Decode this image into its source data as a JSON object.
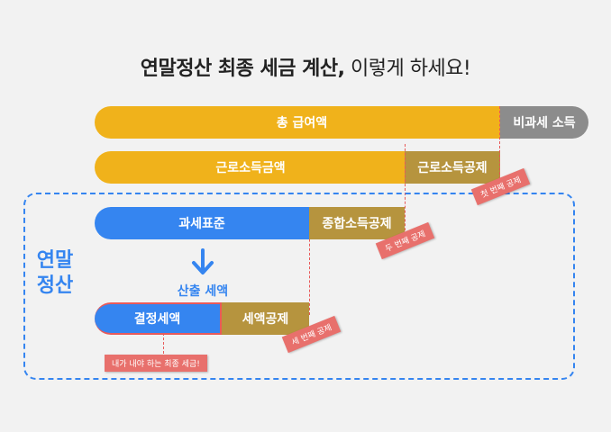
{
  "title": {
    "bold": "연말정산 최종 세금 계산,",
    "normal": " 이렇게 하세요!"
  },
  "bars": {
    "gross_salary": "총 급여액",
    "non_taxable_income": "비과세 소득",
    "earned_income_amount": "근로소득금액",
    "earned_income_deduction": "근로소득공제",
    "tax_base": "과세표준",
    "comprehensive_income_deduction": "종합소득공제",
    "determined_tax": "결정세액",
    "tax_deduction": "세액공제"
  },
  "tags": {
    "first_deduction": "첫 번째 공제",
    "second_deduction": "두 번째 공제",
    "third_deduction": "세 번째 공제",
    "final_tax": "내가 내야 하는 최종 세금!"
  },
  "section": {
    "line1": "연말",
    "line2": "정산"
  },
  "step": {
    "calc": "산출 세액"
  },
  "colors": {
    "gold": "#f0b21b",
    "olive": "#b6943e",
    "grey": "#8c8c8c",
    "blue": "#3585f0",
    "red": "#e8706c"
  },
  "icons": {
    "arrow": "arrow-down-icon"
  }
}
